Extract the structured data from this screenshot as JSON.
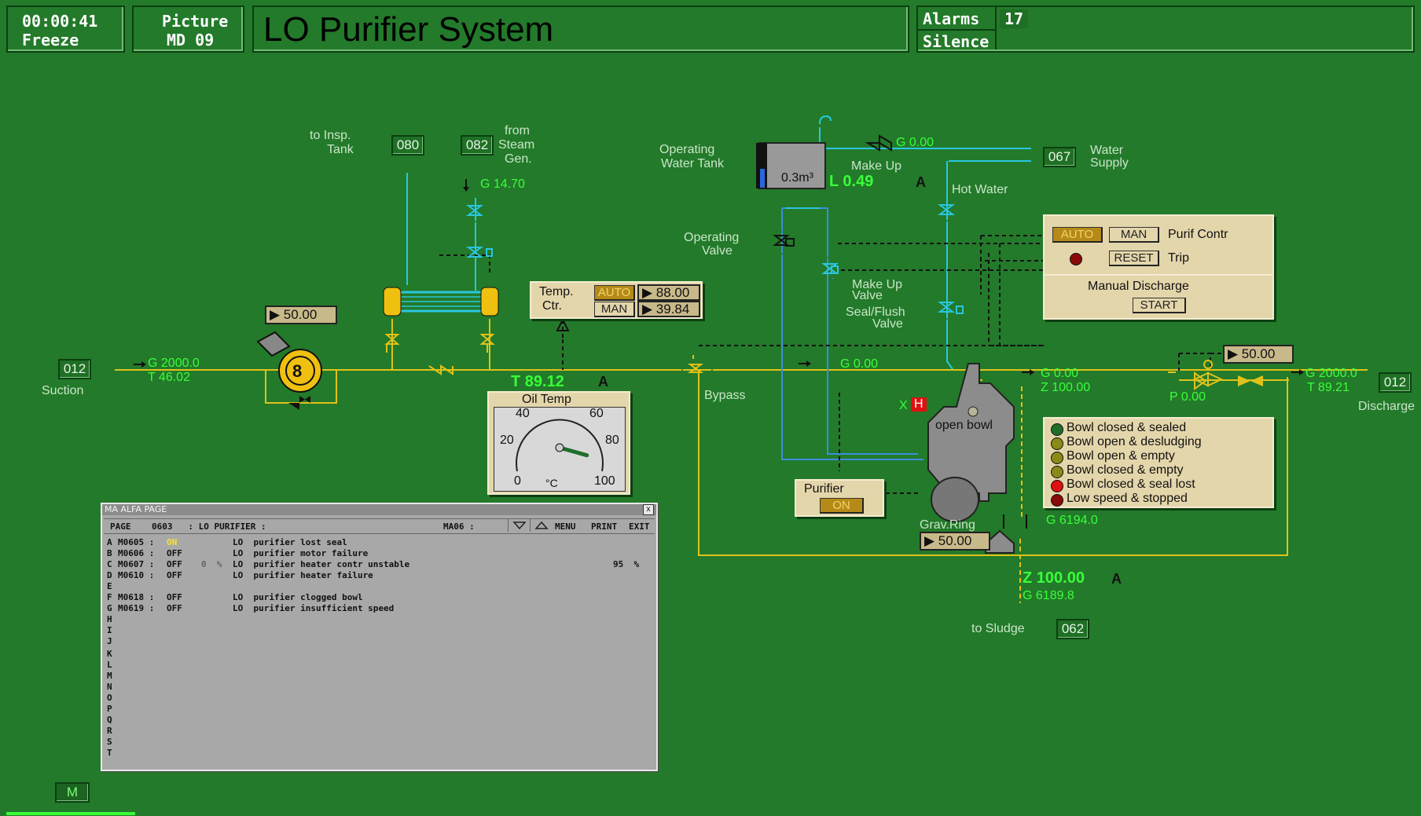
{
  "header": {
    "time": "00:00:41",
    "freeze": "Freeze",
    "picture": "Picture",
    "picture_id": "MD 09",
    "title": "LO Purifier System",
    "alarms_label": "Alarms",
    "alarms_count": "17",
    "silence": "Silence"
  },
  "tags": {
    "suction": "012",
    "discharge": "012",
    "insp_tank": "080",
    "steam_gen": "082",
    "water_supply": "067",
    "sludge": "062"
  },
  "labels": {
    "suction": "Suction",
    "discharge": "Discharge",
    "to_insp_tank_1": "to Insp.",
    "to_insp_tank_2": "Tank",
    "from_steam_1": "from",
    "from_steam_2": "Steam",
    "from_steam_3": "Gen.",
    "operating_water_tank_1": "Operating",
    "operating_water_tank_2": "Water Tank",
    "tank_volume": "0.3m³",
    "water_supply_1": "Water",
    "water_supply_2": "Supply",
    "make_up": "Make Up",
    "hot_water": "Hot Water",
    "operating_valve_1": "Operating",
    "operating_valve_2": "Valve",
    "make_up_valve_1": "Make Up",
    "make_up_valve_2": "Valve",
    "seal_flush_1": "Seal/Flush",
    "seal_flush_2": "Valve",
    "bypass": "Bypass",
    "open_bowl": "open bowl",
    "grav_ring": "Grav.Ring",
    "to_sludge": "to Sludge",
    "a1": "A",
    "a2": "A",
    "a3": "A",
    "x": "X",
    "h": "H"
  },
  "values": {
    "suction_flow": "G 2000.0",
    "suction_temp": "T 46.02",
    "steam_flow": "G 14.70",
    "temp_main": "T 89.12",
    "level": "L 0.49",
    "makeup_flow": "G 0.00",
    "bypass_flow": "G 0.00",
    "outlet_flow": "G 0.00",
    "outlet_z": "Z 100.00",
    "pressure": "P 0.00",
    "discharge_flow": "G 2000.0",
    "discharge_temp": "T 89.21",
    "bowl_g": "G 6194.0",
    "sludge_z": "Z 100.00",
    "sludge_g": "G 6189.8",
    "pump_setpoint": "▶ 50.00",
    "discharge_setpoint": "▶ 50.00",
    "grav_ring_value": "▶ 50.00"
  },
  "temp_ctr": {
    "label_1": "Temp.",
    "label_2": "Ctr.",
    "auto": "AUTO",
    "man": "MAN",
    "setpoint": "▶ 88.00",
    "output": "▶ 39.84"
  },
  "oil_temp": {
    "title": "Oil Temp",
    "t0": "0",
    "t20": "20",
    "t40": "40",
    "t60": "60",
    "t80": "80",
    "t100": "100",
    "unit": "°C",
    "value": 89.12
  },
  "purif_contr": {
    "auto": "AUTO",
    "man": "MAN",
    "label": "Purif Contr",
    "reset": "RESET",
    "trip": "Trip",
    "manual_discharge": "Manual Discharge",
    "start": "START"
  },
  "purifier_btn": {
    "label": "Purifier",
    "on": "ON"
  },
  "status": [
    {
      "label": "Bowl closed & sealed",
      "color": "#1f6e2a"
    },
    {
      "label": "Bowl open & desludging",
      "color": "#8a8a18"
    },
    {
      "label": "Bowl open & empty",
      "color": "#8a8a18"
    },
    {
      "label": "Bowl closed & empty",
      "color": "#8a8a18"
    },
    {
      "label": "Bowl closed & seal lost",
      "color": "#e01010"
    },
    {
      "label": "Low speed & stopped",
      "color": "#8a0a0a"
    }
  ],
  "alarm_window": {
    "title": "MA ALFA PAGE",
    "close": "x",
    "page_line": "PAGE    0603   : LO PURIFIER :",
    "ma": "MA06 :",
    "menu": "MENU",
    "print": "PRINT",
    "exit": "EXIT",
    "rows": [
      {
        "l": "A",
        "code": "M0605 :",
        "state": "ON",
        "extra": "",
        "text": "LO  purifier lost seal",
        "val": ""
      },
      {
        "l": "B",
        "code": "M0606 :",
        "state": "OFF",
        "extra": "",
        "text": "LO  purifier motor failure",
        "val": ""
      },
      {
        "l": "C",
        "code": "M0607 :",
        "state": "OFF",
        "extra": "0  %",
        "text": "LO  purifier heater contr unstable",
        "val": "95  %"
      },
      {
        "l": "D",
        "code": "M0610 :",
        "state": "OFF",
        "extra": "",
        "text": "LO  purifier heater failure",
        "val": ""
      },
      {
        "l": "E",
        "code": "",
        "state": "",
        "extra": "",
        "text": "",
        "val": ""
      },
      {
        "l": "F",
        "code": "M0618 :",
        "state": "OFF",
        "extra": "",
        "text": "LO  purifier clogged bowl",
        "val": ""
      },
      {
        "l": "G",
        "code": "M0619 :",
        "state": "OFF",
        "extra": "",
        "text": "LO  purifier insufficient speed",
        "val": ""
      }
    ],
    "letters": [
      "H",
      "I",
      "J",
      "K",
      "L",
      "M",
      "N",
      "O",
      "P",
      "Q",
      "R",
      "S",
      "T"
    ]
  },
  "m_button": "M"
}
